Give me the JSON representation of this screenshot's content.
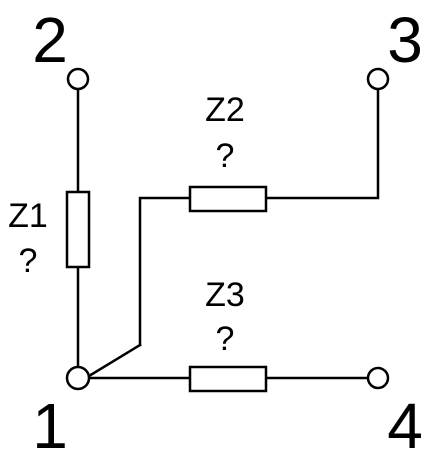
{
  "nodes": {
    "n1": "1",
    "n2": "2",
    "n3": "3",
    "n4": "4"
  },
  "impedances": {
    "z1": {
      "name": "Z1",
      "value": "?"
    },
    "z2": {
      "name": "Z2",
      "value": "?"
    },
    "z3": {
      "name": "Z3",
      "value": "?"
    }
  },
  "colors": {
    "stroke": "#000000",
    "background": "#ffffff"
  }
}
